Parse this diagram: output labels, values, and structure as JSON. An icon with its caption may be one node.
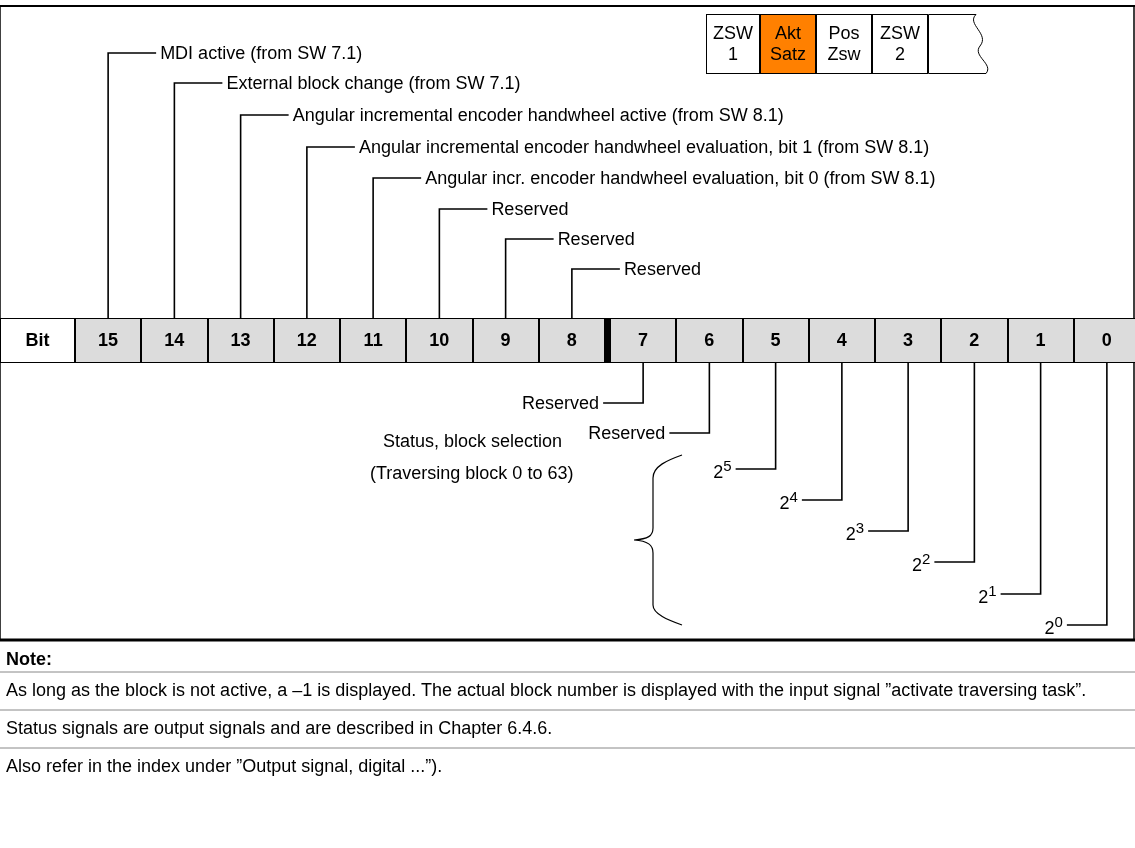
{
  "diagram": {
    "nodes": [
      {
        "text": [
          "ZSW 1"
        ]
      },
      {
        "text": [
          "Akt Satz"
        ]
      },
      {
        "text": [
          "Pos Zsw"
        ]
      },
      {
        "text": [
          "ZSW 2"
        ]
      },
      {
        "text": [],
        "shape": "box"
      },
      {
        "text": [
          "Bit"
        ]
      },
      {
        "text": [
          "15"
        ]
      },
      {
        "text": [
          "14"
        ]
      },
      {
        "text": [
          "13"
        ]
      },
      {
        "text": [
          "12"
        ]
      },
      {
        "text": [
          "11"
        ]
      },
      {
        "text": [
          "10"
        ]
      },
      {
        "text": [
          "9"
        ]
      },
      {
        "text": [
          "8"
        ]
      },
      {
        "text": [
          "7"
        ]
      },
      {
        "text": [
          "6"
        ]
      },
      {
        "text": [
          "5"
        ]
      },
      {
        "text": [
          "4"
        ]
      },
      {
        "text": [
          "3"
        ]
      },
      {
        "text": [
          "2"
        ]
      },
      {
        "text": [
          "1"
        ]
      },
      {
        "text": [
          "0"
        ]
      },
      {
        "text": [
          "MDI active (from SW 7.1)"
        ]
      },
      {
        "text": [
          "External block change (from SW 7.1)"
        ]
      },
      {
        "text": [
          "Angular incremental encoder handwheel active (from SW 8.1)"
        ]
      },
      {
        "text": [
          "Angular incremental encoder handwheel evaluation, bit 1 (from SW 8.1)"
        ]
      },
      {
        "text": [
          "Angular incr. encoder handwheel evaluation, bit 0 (from SW 8.1)"
        ]
      },
      {
        "text": [
          "Reserved"
        ]
      },
      {
        "text": [
          "Reserved"
        ]
      },
      {
        "text": [
          "Reserved"
        ]
      },
      {
        "text": [
          "Reserved"
        ]
      },
      {
        "text": [
          "Reserved"
        ]
      },
      {
        "text": [
          "2$^{5}$"
        ]
      },
      {
        "text": [
          "2$^{4}$"
        ]
      },
      {
        "text": [
          "2$^{3}$"
        ]
      },
      {
        "text": [
          "2$^{2}$"
        ]
      },
      {
        "text": [
          "2$^{1}$"
        ]
      },
      {
        "text": [
          "2$^{0}$"
        ]
      }
    ],
    "edges": [
      {
        "from": 22,
        "to": 6,
        "arrow": "none"
      },
      {
        "from": 23,
        "to": 7,
        "arrow": "none"
      },
      {
        "from": 24,
        "to": 8,
        "arrow": "none"
      },
      {
        "from": 25,
        "to": 9,
        "arrow": "none"
      },
      {
        "from": 26,
        "to": 10,
        "arrow": "none"
      },
      {
        "from": 27,
        "to": 11,
        "arrow": "none"
      },
      {
        "from": 28,
        "to": 12,
        "arrow": "none"
      },
      {
        "from": 29,
        "to": 13,
        "arrow": "none"
      },
      {
        "from": 30,
        "to": 14,
        "arrow": "none"
      },
      {
        "from": 31,
        "to": 15,
        "arrow": "none"
      },
      {
        "from": 32,
        "to": 16,
        "arrow": "none"
      },
      {
        "from": 33,
        "to": 17,
        "arrow": "none"
      },
      {
        "from": 34,
        "to": 18,
        "arrow": "none"
      },
      {
        "from": 35,
        "to": 19,
        "arrow": "none"
      },
      {
        "from": 36,
        "to": 20,
        "arrow": "none"
      },
      {
        "from": 37,
        "to": 21,
        "arrow": "none"
      }
    ],
    "labels": [
      "Status, block selection",
      "(Traversing block 0 to 63)",
      "Note:",
      "As long as the block is not active, a –1 is displayed. The actual block number is displayed with the input signal ”activate traversing task”.",
      "Status signals are output signals and are described in Chapter 6.4.6.",
      "Also refer in the index under ”Output signal, digital ...”)."
    ]
  }
}
